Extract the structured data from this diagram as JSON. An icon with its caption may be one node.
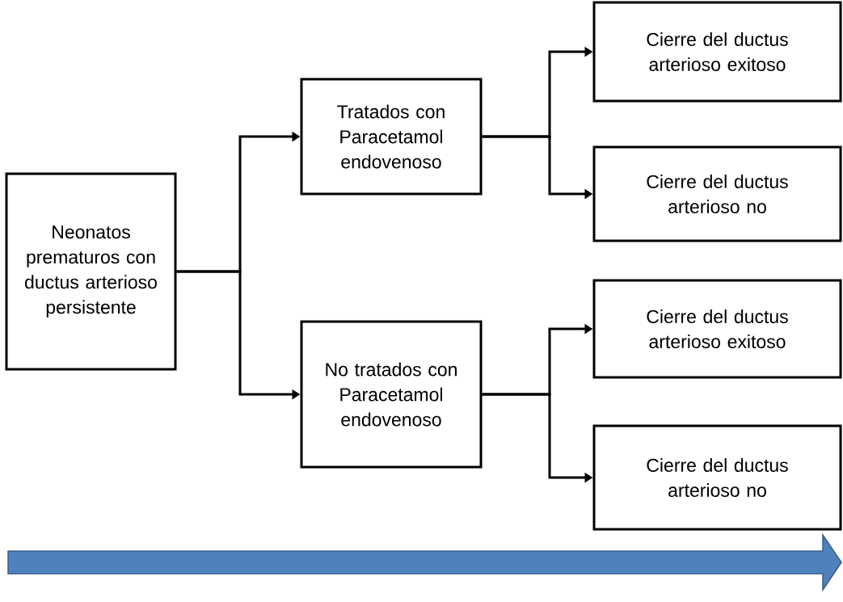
{
  "diagram": {
    "nodes": [
      {
        "text": [
          "Neonatos prematuros con ductus arterioso persistente"
        ]
      },
      {
        "text": [
          "Tratados con Paracetamol endovenoso"
        ]
      },
      {
        "text": [
          "Cierre del ductus arterioso exitoso"
        ]
      },
      {
        "text": [
          "Cierre del ductus arterioso no"
        ]
      },
      {
        "text": [
          "No tratados con Paracetamol endovenoso"
        ]
      },
      {
        "text": [
          "Cierre del ductus arterioso exitoso"
        ]
      },
      {
        "text": [
          "Cierre del ductus arterioso no"
        ]
      }
    ],
    "edges": [
      {
        "from": 0,
        "to": 1,
        "arrow": "to"
      },
      {
        "from": 0,
        "to": 4,
        "arrow": "to"
      },
      {
        "from": 1,
        "to": 2,
        "arrow": "to"
      },
      {
        "from": 1,
        "to": 3,
        "arrow": "to"
      },
      {
        "from": 4,
        "to": 5,
        "arrow": "to"
      },
      {
        "from": 4,
        "to": 6,
        "arrow": "to"
      }
    ]
  }
}
